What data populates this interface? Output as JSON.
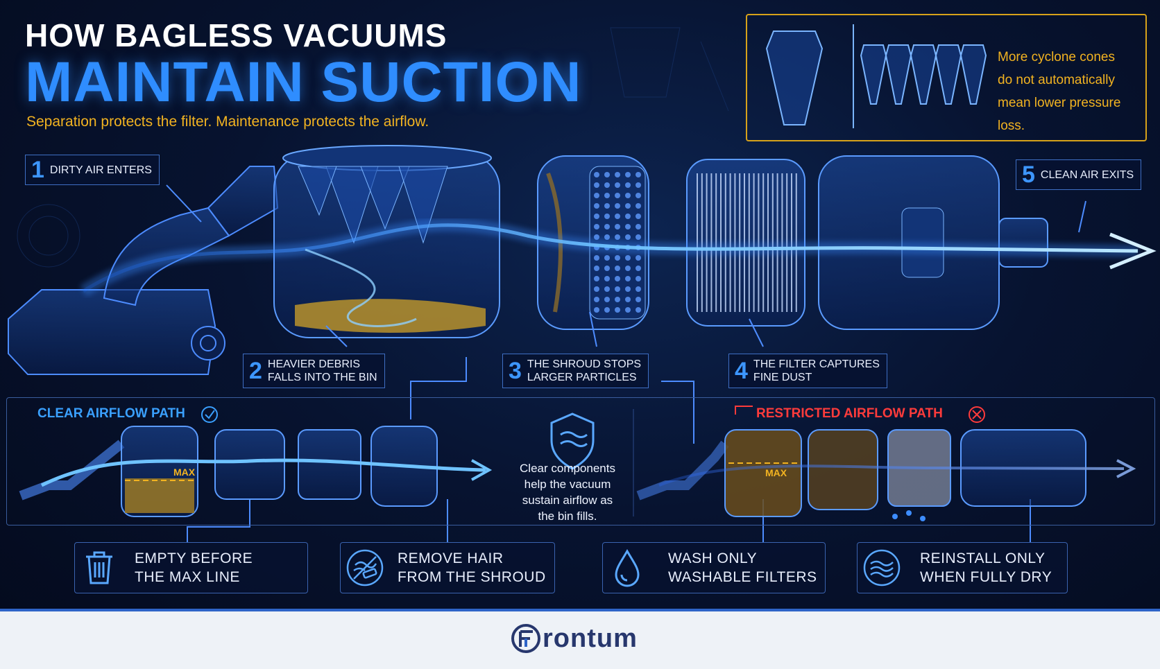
{
  "header": {
    "title_line1": "HOW BAGLESS VACUUMS",
    "title_line2": "MAINTAIN SUCTION",
    "subtitle": "Separation protects the filter. Maintenance protects the airflow."
  },
  "cone_note": {
    "line1": "More cyclone cones",
    "line2": "do not automatically",
    "line3": "mean lower pressure loss."
  },
  "steps": [
    {
      "number": "1",
      "line1": "DIRTY AIR ENTERS",
      "line2": ""
    },
    {
      "number": "2",
      "line1": "HEAVIER DEBRIS",
      "line2": "FALLS INTO THE BIN"
    },
    {
      "number": "3",
      "line1": "THE SHROUD STOPS",
      "line2": "LARGER PARTICLES"
    },
    {
      "number": "4",
      "line1": "THE FILTER CAPTURES",
      "line2": "FINE DUST"
    },
    {
      "number": "5",
      "line1": "CLEAN AIR EXITS",
      "line2": ""
    }
  ],
  "comparison": {
    "clear_label": "CLEAR AIRFLOW PATH",
    "restricted_label": "RESTRICTED AIRFLOW PATH",
    "max_label": "MAX",
    "middle_line1": "Clear components",
    "middle_line2": "help the vacuum",
    "middle_line3": "sustain airflow as",
    "middle_line4": "the bin fills."
  },
  "actions": [
    {
      "icon": "trash-bin-icon",
      "line1": "EMPTY BEFORE",
      "line2": "THE MAX LINE"
    },
    {
      "icon": "hair-removal-icon",
      "line1": "REMOVE HAIR",
      "line2": "FROM THE SHROUD"
    },
    {
      "icon": "water-drop-icon",
      "line1": "WASH ONLY",
      "line2": "WASHABLE FILTERS"
    },
    {
      "icon": "air-dry-icon",
      "line1": "REINSTALL ONLY",
      "line2": "WHEN FULLY DRY"
    }
  ],
  "brand": {
    "name": "rontum"
  },
  "colors": {
    "accent_blue": "#2f8dff",
    "highlight_gold": "#f2b321",
    "warning_red": "#ff3b3b",
    "footer_navy": "#27376d"
  }
}
